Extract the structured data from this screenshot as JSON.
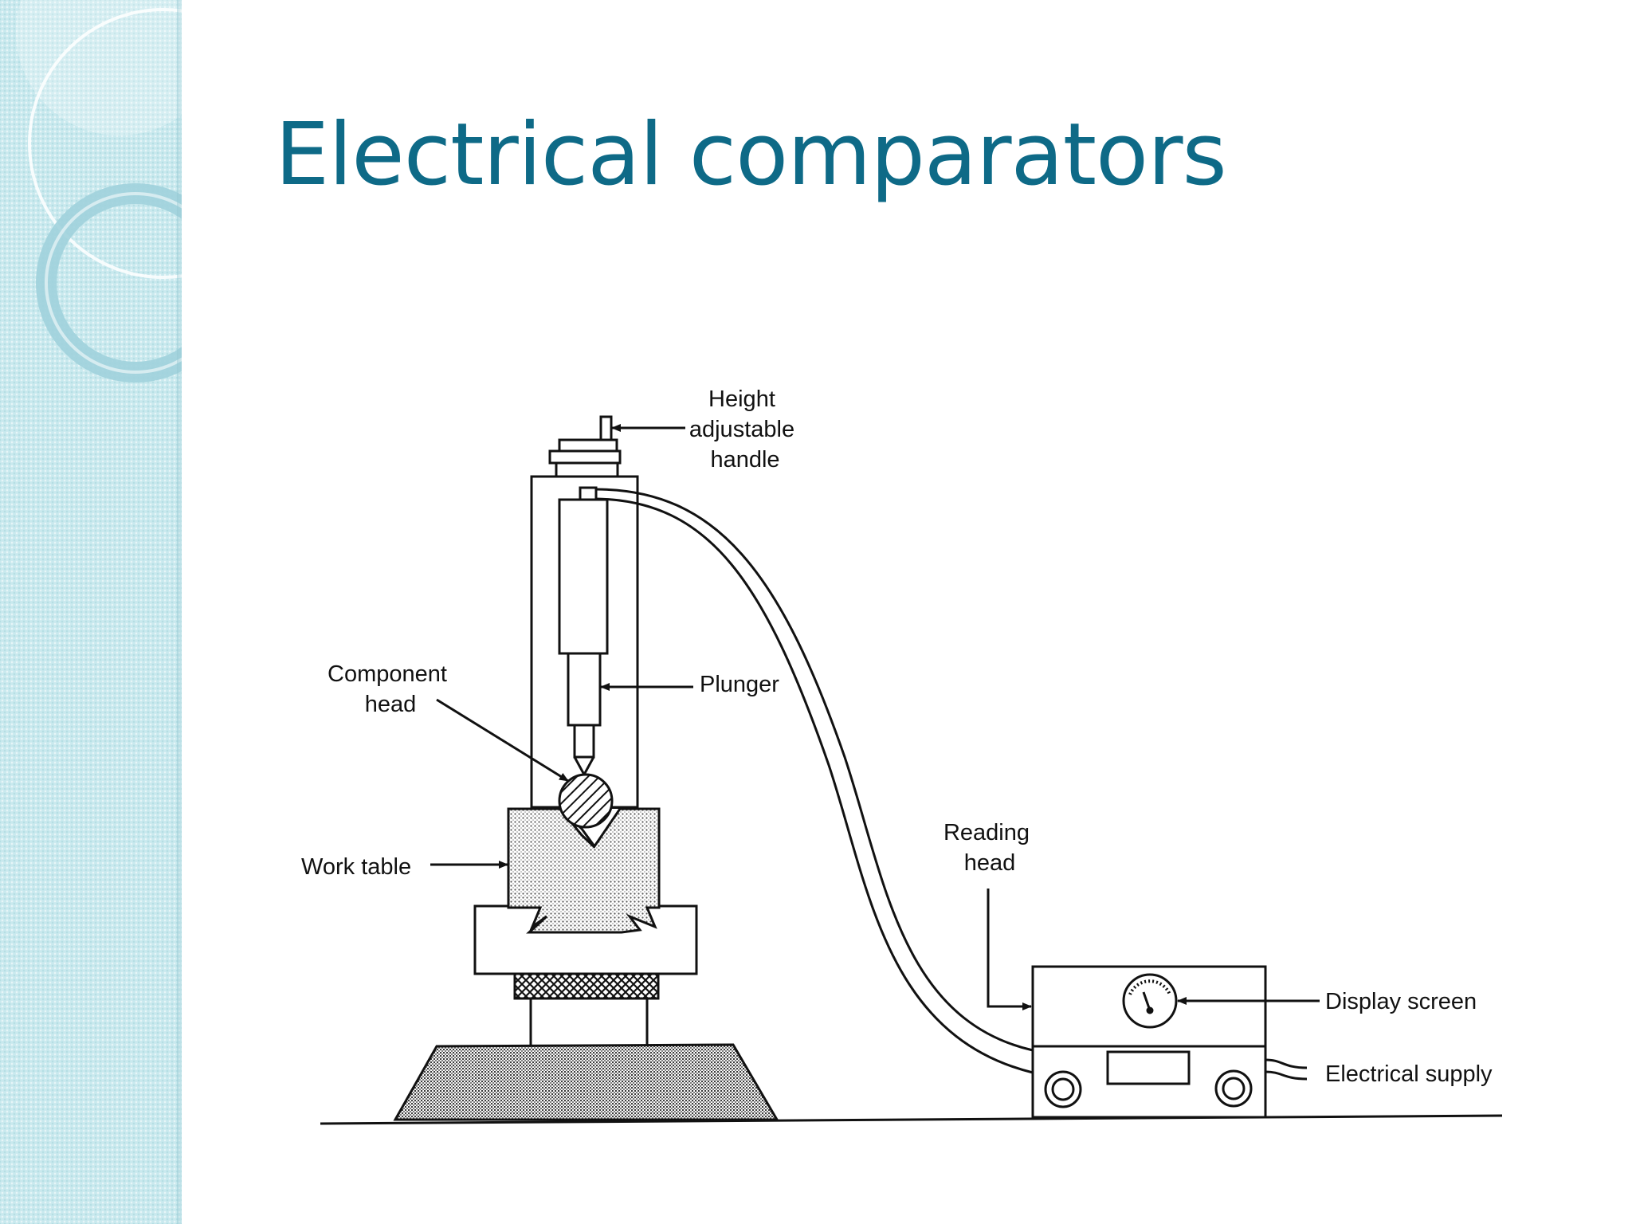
{
  "slide": {
    "title": "Electrical comparators"
  },
  "diagram": {
    "labels": {
      "height_handle": [
        "Height",
        "adjustable",
        "handle"
      ],
      "component_head": [
        "Component",
        "head"
      ],
      "plunger": "Plunger",
      "work_table": "Work table",
      "reading_head": [
        "Reading",
        "head"
      ],
      "display_screen": "Display screen",
      "electrical_supply": "Electrical supply"
    }
  },
  "colors": {
    "title": "#0e6a87",
    "sidebar": "#c9e9ee",
    "line": "#111111"
  }
}
